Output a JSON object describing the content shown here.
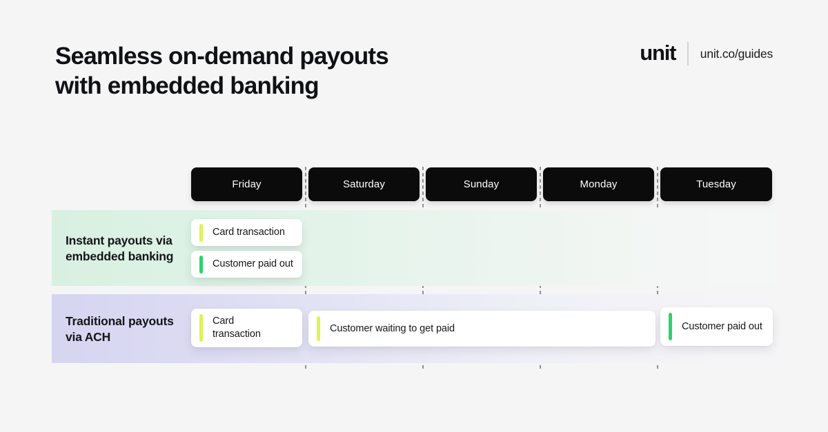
{
  "page": {
    "background": "#f5f5f6"
  },
  "header": {
    "title_line1": "Seamless on-demand payouts",
    "title_line2": "with embedded banking",
    "brand": {
      "logo": "unit",
      "site": "unit.co/guides"
    }
  },
  "timeline": {
    "days": [
      "Friday",
      "Saturday",
      "Sunday",
      "Monday",
      "Tuesday"
    ],
    "rows": [
      {
        "label_line1": "Instant payouts via",
        "label_line2": "embedded banking",
        "band_color_start": "#d8f0e1",
        "events": [
          {
            "label": "Card transaction",
            "accent": "#dff257",
            "day_start": "Friday",
            "day_end": "Friday"
          },
          {
            "label": "Customer paid out",
            "accent": "#2bd36c",
            "day_start": "Friday",
            "day_end": "Friday"
          }
        ]
      },
      {
        "label_line1": "Traditional payouts",
        "label_line2": "via ACH",
        "band_color_start": "#d6d5f1",
        "events": [
          {
            "label": "Card transaction",
            "accent": "#dff257",
            "day_start": "Friday",
            "day_end": "Friday"
          },
          {
            "label": "Customer waiting to get paid",
            "accent": "#dff257",
            "day_start": "Saturday",
            "day_end": "Monday"
          },
          {
            "label": "Customer paid out",
            "accent": "#2bd36c",
            "day_start": "Tuesday",
            "day_end": "Tuesday"
          }
        ]
      }
    ]
  },
  "colors": {
    "background": "#f5f5f6",
    "day_pill_bg": "#0b0b0c",
    "day_pill_text": "#ffffff",
    "accent_yellow_green": "#dff257",
    "accent_green": "#2bd36c",
    "divider_dash": "#8f8f94",
    "text_dark": "#101114"
  }
}
